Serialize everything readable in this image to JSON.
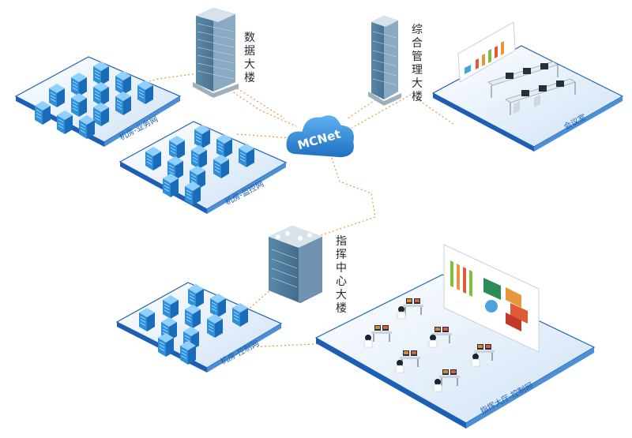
{
  "diagram": {
    "hub": {
      "label": "MCNet"
    },
    "buildings": [
      {
        "id": "data",
        "label": "数据大楼"
      },
      {
        "id": "mgmt",
        "label": "综合管理大楼"
      },
      {
        "id": "cmd",
        "label": "指挥中心大楼"
      }
    ],
    "zones": [
      {
        "id": "room-business",
        "label": "机房-业务网"
      },
      {
        "id": "room-monitor",
        "label": "机房-监控网"
      },
      {
        "id": "meeting",
        "label": "会议室"
      },
      {
        "id": "room-control",
        "label": "机房-控制网"
      },
      {
        "id": "hall-control",
        "label": "指挥大厅-控制网"
      }
    ],
    "colors": {
      "link": "#e8963a",
      "platform_fill": "#dceaf8",
      "platform_edge": "#1d5fb4",
      "server": "#2f8fd9",
      "cloud": "#2f86d6",
      "building_glass": "#3f6f92"
    }
  }
}
